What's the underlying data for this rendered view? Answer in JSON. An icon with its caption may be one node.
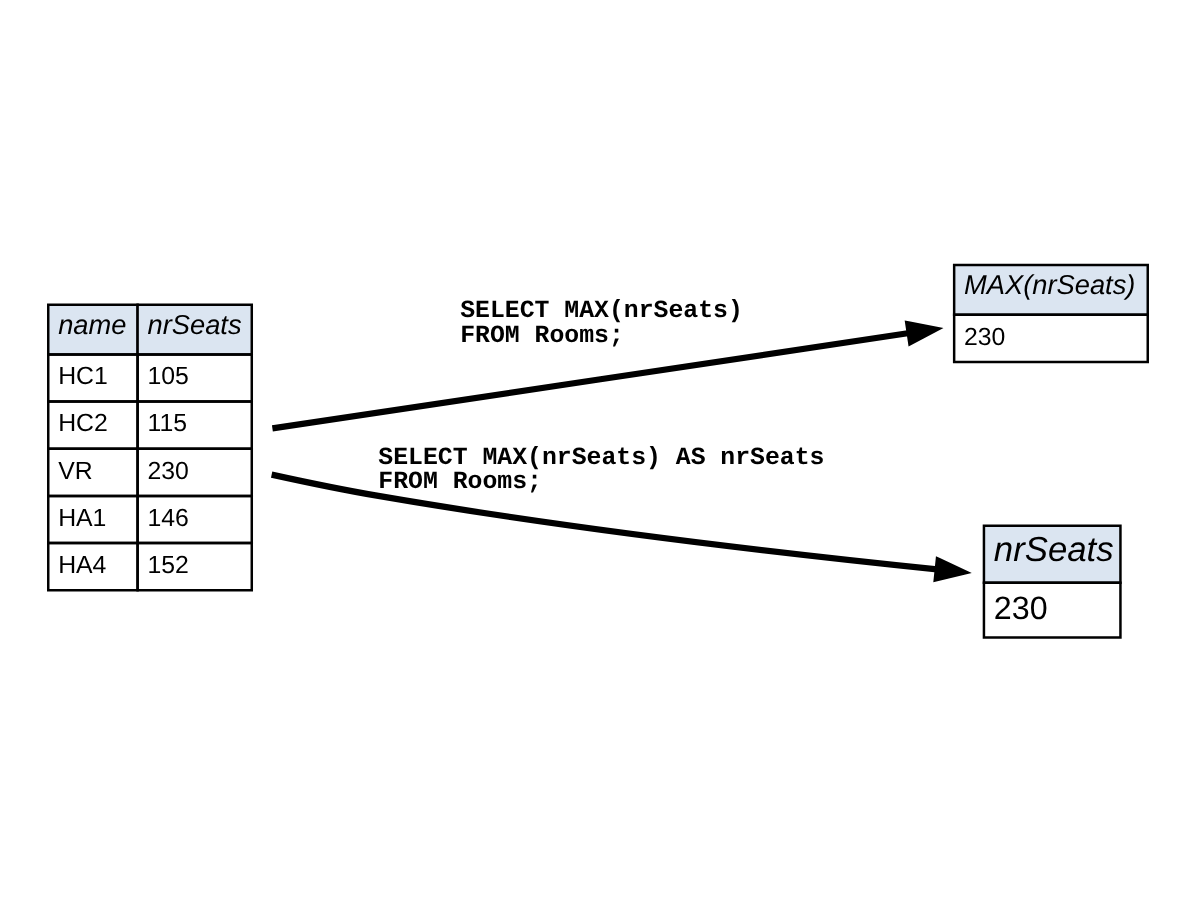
{
  "diagram": {
    "nodes": [
      {
        "text": [
          "name",
          "nrSeats",
          "HC1",
          "105",
          "HC2",
          "115",
          "VR",
          "230",
          "HA1",
          "146",
          "HA4",
          "152"
        ]
      },
      {
        "text": [
          "MAX(nrSeats)",
          "230"
        ]
      },
      {
        "text": [
          "nrSeats",
          "230"
        ]
      }
    ],
    "edges": [
      {
        "from": 0,
        "to": 1,
        "arrow": "to",
        "label": "SELECT MAX(nrSeats) FROM Rooms;"
      },
      {
        "from": 0,
        "to": 2,
        "arrow": "to",
        "label": "SELECT MAX(nrSeats) AS nrSeats FROM Rooms;"
      }
    ]
  }
}
